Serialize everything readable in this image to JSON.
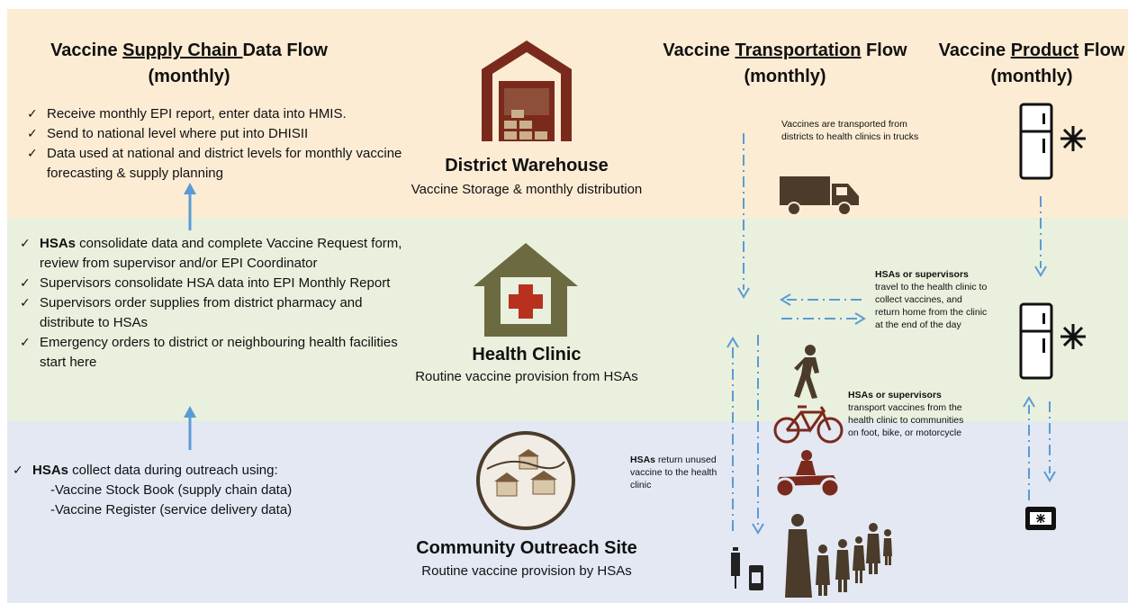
{
  "supply_chain_header": {
    "prefix": "Vaccine ",
    "underlined": "Supply Chain ",
    "suffix": "Data Flow",
    "line2": "(monthly)"
  },
  "transport_header": {
    "prefix": "Vaccine ",
    "underlined": "Transportation",
    "suffix": " Flow",
    "line2": "(monthly)"
  },
  "product_header": {
    "prefix": "Vaccine ",
    "underlined": "Product",
    "suffix": " Flow",
    "line2": "(monthly)"
  },
  "district_list": [
    "Receive monthly EPI report, enter data into HMIS.",
    "Send to national level where put into DHISII",
    "Data used at national and district levels for monthly vaccine forecasting & supply planning"
  ],
  "clinic_list": [
    {
      "bold": "HSAs",
      "text": " consolidate data and complete Vaccine Request form, review from supervisor and/or EPI Coordinator"
    },
    {
      "bold": "",
      "text": "Supervisors consolidate HSA data into EPI Monthly Report"
    },
    {
      "bold": "",
      "text": "Supervisors order supplies from district  pharmacy and distribute to HSAs"
    },
    {
      "bold": "",
      "text": "Emergency orders to district or neighbouring health facilities start here"
    }
  ],
  "community_list": {
    "bold": "HSAs",
    "text": " collect data during outreach using:",
    "sub": [
      "-Vaccine Stock Book (supply chain data)",
      "-Vaccine Register (service delivery data)"
    ]
  },
  "district": {
    "title": "District Warehouse",
    "caption": "Vaccine Storage & monthly distribution"
  },
  "clinic": {
    "title": "Health Clinic",
    "caption": "Routine vaccine provision from HSAs"
  },
  "community": {
    "title": "Community Outreach Site",
    "caption": "Routine vaccine provision by HSAs"
  },
  "notes": {
    "trucks": "Vaccines are transported from districts to health clinics in trucks",
    "travel_bold": "HSAs or supervisors",
    "travel": "travel to the health clinic to collect vaccines, and return home from the clinic at the end of the day",
    "transport_bold": "HSAs or supervisors",
    "transport": "transport vaccines from the health clinic to communities on foot, bike, or motorcycle",
    "return_bold": "HSAs",
    "return": "return unused vaccine to the health clinic"
  },
  "colors": {
    "brown": "#7a2a1c",
    "olive": "#6b6a40",
    "dark_brown": "#4a3b2a",
    "arrow": "#5b9bd5",
    "top_band": "#fcecd4",
    "mid_band": "#e9f0dd",
    "bot_band": "#e3e8f3"
  }
}
